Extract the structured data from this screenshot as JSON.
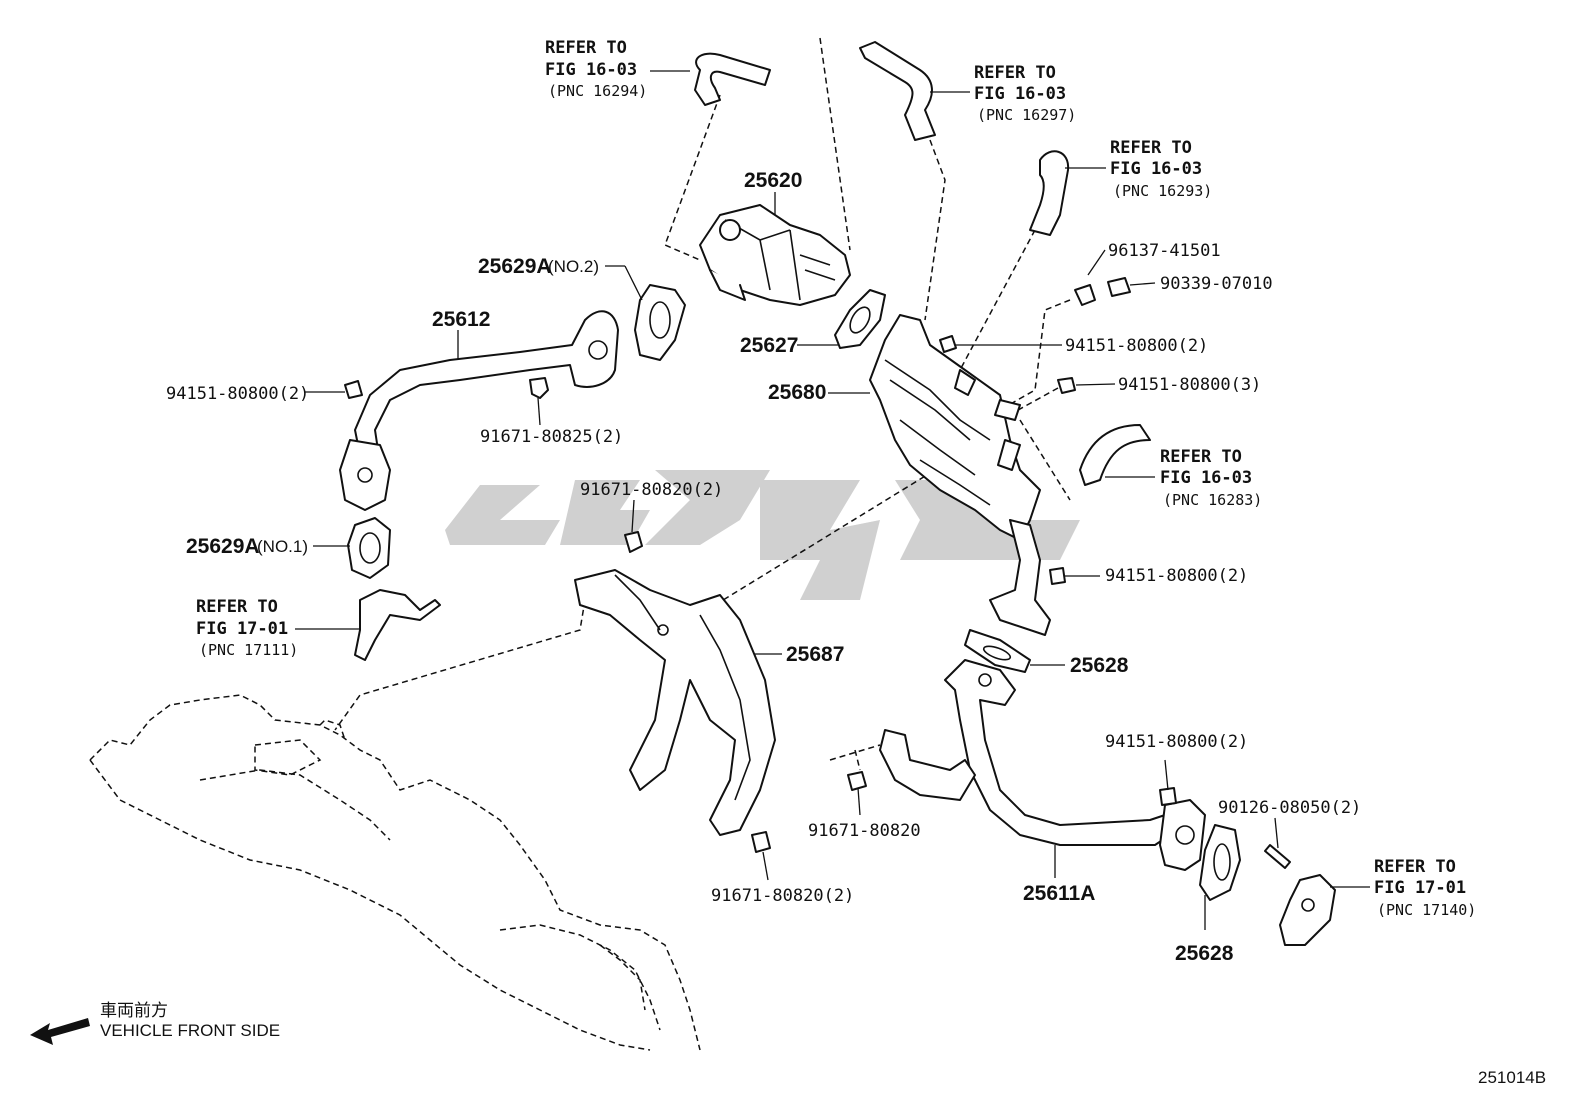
{
  "diagram": {
    "catalog_code": "251014B",
    "watermark_icon": "watermark-logo",
    "direction": {
      "icon": "left-arrow-icon",
      "label_jp": "車両前方",
      "label_en": "VEHICLE FRONT SIDE"
    },
    "part_numbers": {
      "p25620": "25620",
      "p25629a_no2": "25629A",
      "p25629a_no2_note": "(NO.2)",
      "p25612": "25612",
      "p25627": "25627",
      "p25680": "25680",
      "p25629a_no1": "25629A",
      "p25629a_no1_note": "(NO.1)",
      "p25687": "25687",
      "p25628_top": "25628",
      "p25611a": "25611A",
      "p25628_bottom": "25628"
    },
    "fastener_labels": {
      "f96137": "96137-41501",
      "f90339": "90339-07010",
      "f94151_a": "94151-80800(2)",
      "f94151_b": "94151-80800(2)",
      "f94151_c": "94151-80800(3)",
      "f91671_825": "91671-80825(2)",
      "f91671_820_a": "91671-80820(2)",
      "f94151_d": "94151-80800(2)",
      "f94151_e": "94151-80800(2)",
      "f90126": "90126-08050(2)",
      "f91671_820_b": "91671-80820",
      "f91671_820_c": "91671-80820(2)"
    },
    "references": {
      "r16294": {
        "line1": "REFER TO",
        "line2": "FIG 16-03",
        "line3": "(PNC 16294)"
      },
      "r16297": {
        "line1": "REFER TO",
        "line2": "FIG 16-03",
        "line3": "(PNC 16297)"
      },
      "r16293": {
        "line1": "REFER TO",
        "line2": "FIG 16-03",
        "line3": "(PNC 16293)"
      },
      "r16283": {
        "line1": "REFER TO",
        "line2": "FIG 16-03",
        "line3": "(PNC 16283)"
      },
      "r17111": {
        "line1": "REFER TO",
        "line2": "FIG 17-01",
        "line3": "(PNC 17111)"
      },
      "r17140": {
        "line1": "REFER TO",
        "line2": "FIG 17-01",
        "line3": "(PNC 17140)"
      }
    }
  }
}
